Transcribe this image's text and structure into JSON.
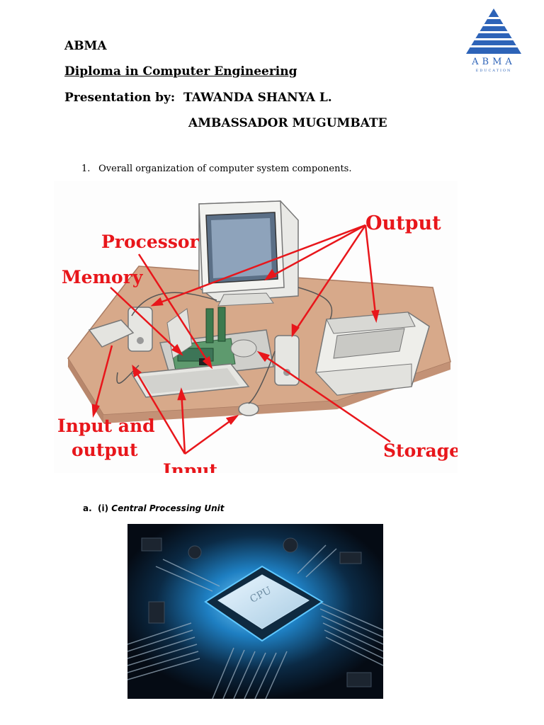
{
  "header": {
    "org": "ABMA",
    "program": "Diploma in Computer Engineering",
    "presented_by_label": "Presentation by:",
    "presenter_1": "TAWANDA SHANYA L.",
    "presenter_2": "AMBASSADOR MUGUMBATE"
  },
  "logo": {
    "wordmark": "ABMA",
    "tagline": "EDUCATION",
    "color": "#2d63b8"
  },
  "section1": {
    "number": "1.",
    "text": "Overall organization of computer system components."
  },
  "diagram": {
    "labels": {
      "output": "Output",
      "processor": "Processor",
      "memory": "Memory",
      "input_output_line1": "Input and",
      "input_output_line2": "output",
      "input": "Input",
      "storage": "Storage"
    },
    "label_color": "#e8161b"
  },
  "section_a": {
    "prefix": "a.",
    "index": "(i)",
    "title": "Central Processing Unit"
  },
  "cpu_image": {
    "chip_text": "CPU"
  }
}
